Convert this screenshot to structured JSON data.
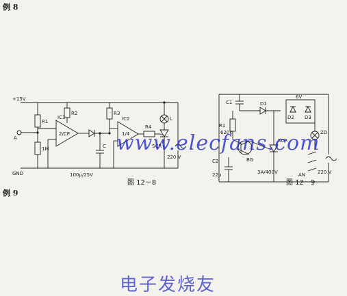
{
  "example8": {
    "number": "例 8",
    "title": "",
    "paragraph": ""
  },
  "example9": {
    "number": "例 9",
    "title": "",
    "paragraph": ""
  },
  "figure8": {
    "caption": "图 12－8",
    "labels": {
      "supply": "+15V",
      "gnd": "GND",
      "ic1": "IC1",
      "ic2": "IC2",
      "chip1": "2/CP",
      "chip2": "1/4",
      "r1": "R1",
      "r2": "R2",
      "r3": "R3",
      "r4": "R4",
      "c": "C",
      "cap_val": "100μ/25V",
      "scr": "SCR",
      "lamp": "L",
      "voltage": "220 V",
      "touch": "A",
      "r_s": "R1",
      "val_1m": "1M"
    }
  },
  "figure9": {
    "caption": "图 12－9",
    "labels": {
      "c1": "C1",
      "c2": "C2",
      "d1": "D1",
      "d2": "D2",
      "d3": "D3",
      "r1": "R1",
      "bg": "BG",
      "scr": "SCR",
      "rating": "3A/400V",
      "zd": "ZD",
      "an": "AN",
      "voltage": "220 V",
      "v6": "6V",
      "r_val": "620k",
      "cap_val": "22μ"
    }
  },
  "watermark": {
    "text": "www.elecfans.com",
    "text2": "电子发烧友"
  }
}
